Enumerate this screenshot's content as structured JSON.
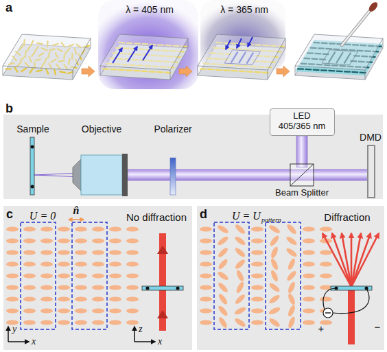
{
  "diagram": {
    "nodes": [
      {
        "text": [
          "LED",
          "405/365 nm"
        ]
      }
    ],
    "labels": [
      "a",
      "λ = 405 nm",
      "λ = 365 nm",
      "b",
      "Sample",
      "Objective",
      "Polarizer",
      "DMD",
      "Beam Splitter",
      "c",
      "U = 0",
      "n̂",
      "No diffraction",
      "y",
      "x",
      "z",
      "x",
      "d",
      "U = U",
      "pattern",
      "Diffraction",
      "+",
      "−"
    ]
  }
}
